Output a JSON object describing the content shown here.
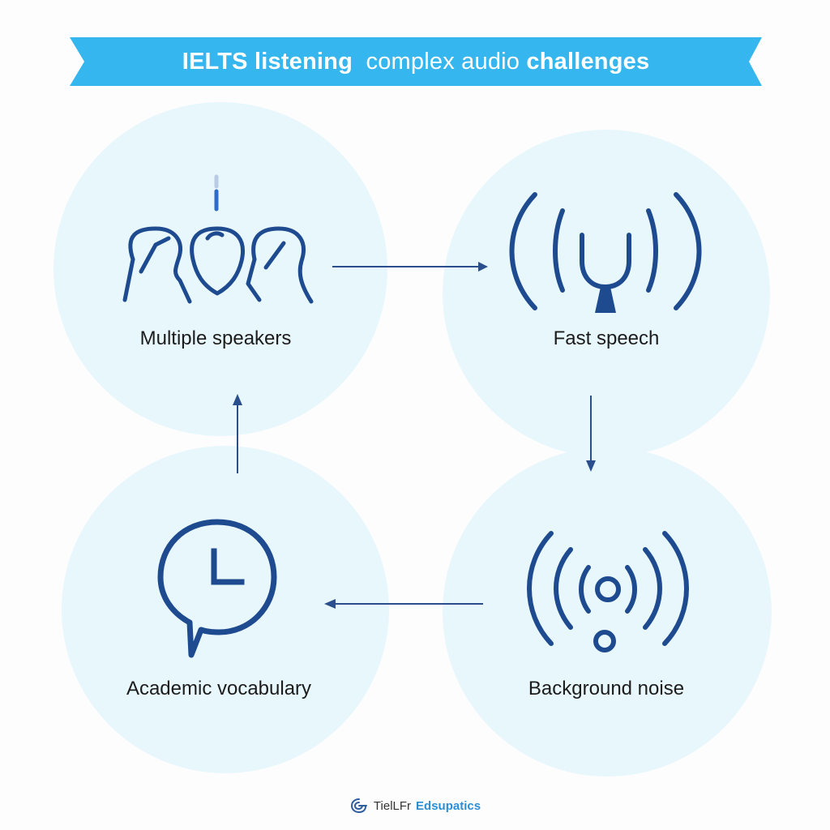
{
  "banner": {
    "title_part1": "IELTS listening",
    "title_part2": "complex audio",
    "title_part3": "challenges"
  },
  "nodes": {
    "multiple_speakers": {
      "label": "Multiple speakers",
      "icon": "people-icon"
    },
    "fast_speech": {
      "label": "Fast speech",
      "icon": "sound-waves-icon"
    },
    "background_noise": {
      "label": "Background noise",
      "icon": "broadcast-icon"
    },
    "academic_vocabulary": {
      "label": "Academic vocabulary",
      "icon": "clock-speech-bubble-icon"
    }
  },
  "footer": {
    "name": "TielLFr",
    "brand": "Edsupatics"
  },
  "colors": {
    "banner": "#35b6ee",
    "circle_fill": "#e8f7fb",
    "icon_stroke": "#1e4a8f"
  }
}
